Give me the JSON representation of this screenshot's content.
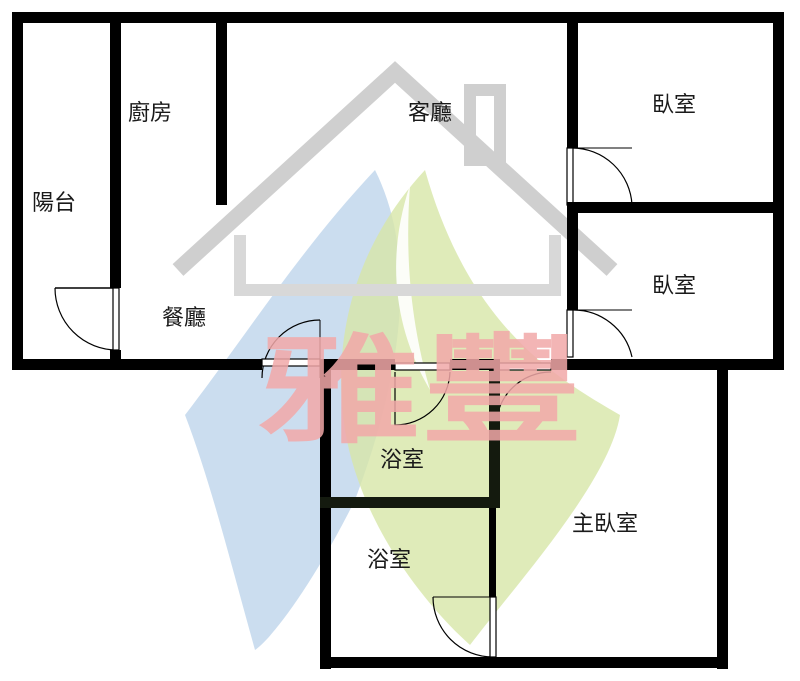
{
  "rooms": {
    "balcony": "陽台",
    "kitchen": "廚房",
    "living_room": "客廳",
    "dining_room": "餐廳",
    "bedroom_1": "臥室",
    "bedroom_2": "臥室",
    "bathroom_1": "浴室",
    "bathroom_2": "浴室",
    "master_bedroom": "主臥室"
  },
  "watermark": {
    "text": "雅豐"
  },
  "colors": {
    "wall": "#000000",
    "watermark_text": "#f2a9a9",
    "watermark_house": "#cfcfcf",
    "logo_green": "#d7e6a8",
    "logo_blue": "#b9d2ea"
  }
}
